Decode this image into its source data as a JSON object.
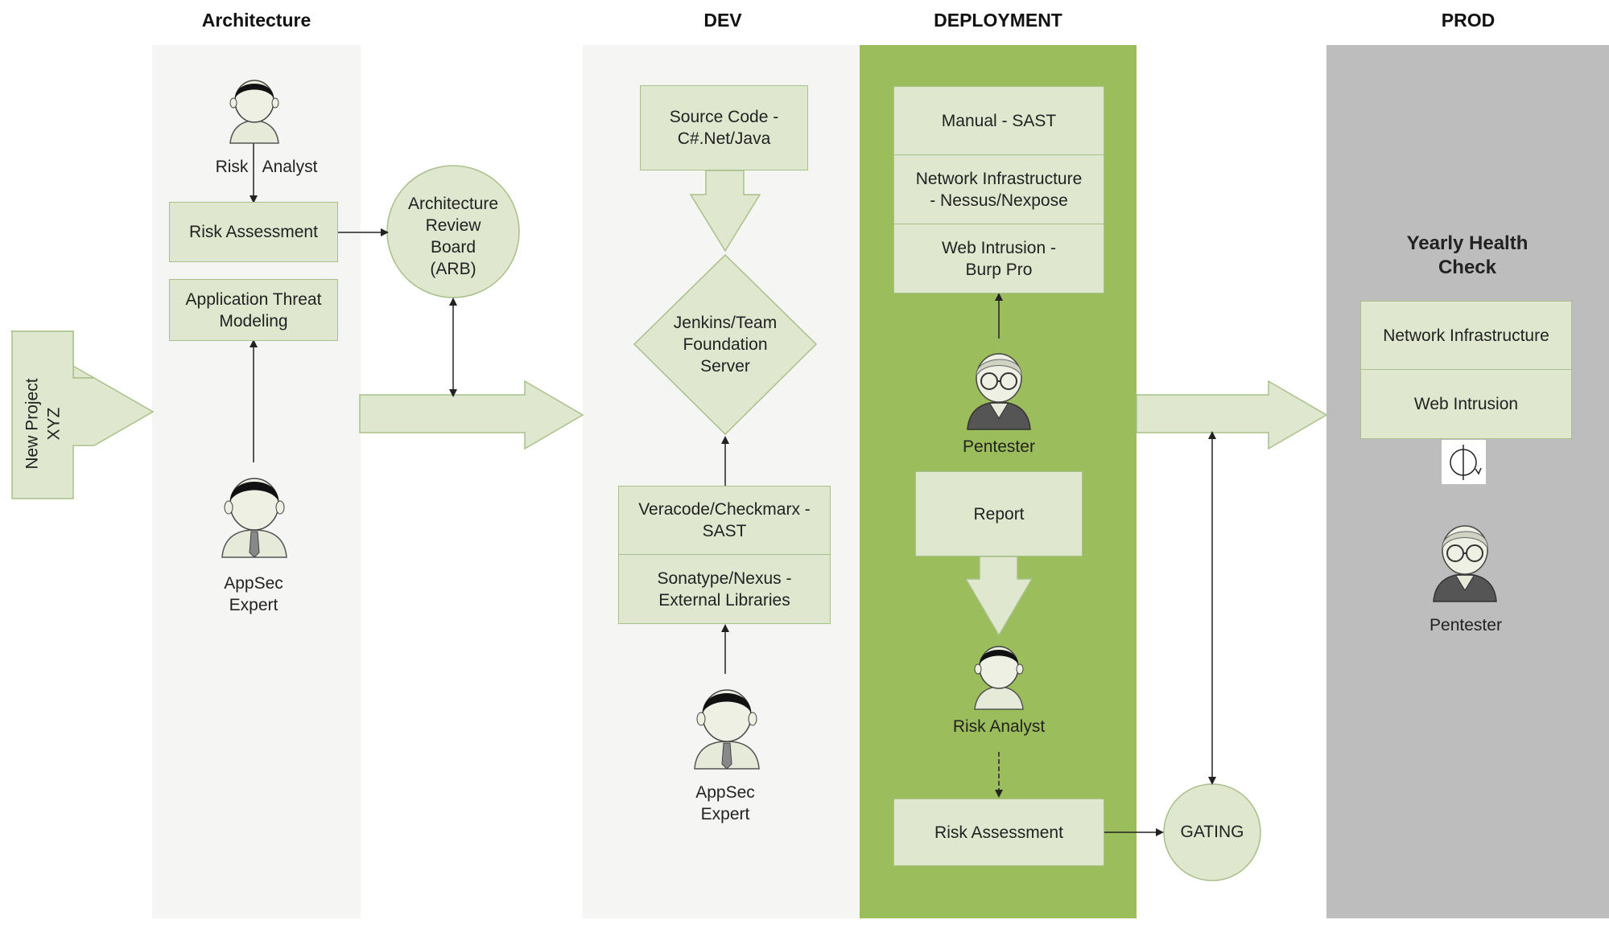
{
  "columns": {
    "architecture": "Architecture",
    "dev": "DEV",
    "deployment": "DEPLOYMENT",
    "prod": "PROD"
  },
  "colors": {
    "lane_light": "#f5f6f3",
    "lane_green": "#9bbd5b",
    "lane_gray": "#bdbdbd",
    "box_fill": "#dfe7cf",
    "box_border": "#a9c08a",
    "arrow_fill": "#dfe7cf"
  },
  "project": {
    "label": "New Project XYZ"
  },
  "architecture": {
    "risk_analyst_label": "Risk",
    "risk_analyst_label2": "Analyst",
    "risk_assessment": "Risk Assessment",
    "threat_modeling": "Application Threat\nModeling",
    "appsec_expert": "AppSec\nExpert",
    "arb": "Architecture\nReview\nBoard\n(ARB)"
  },
  "dev": {
    "source_code": "Source Code -\nC#.Net/Java",
    "jenkins": "Jenkins/Team\nFoundation\nServer",
    "veracode": "Veracode/Checkmarx -\nSAST",
    "sonatype": "Sonatype/Nexus -\nExternal Libraries",
    "appsec_expert": "AppSec\nExpert"
  },
  "deployment": {
    "manual_sast": "Manual - SAST",
    "network_infra": "Network Infrastructure\n- Nessus/Nexpose",
    "web_intrusion": "Web Intrusion -\nBurp Pro",
    "pentester": "Pentester",
    "report": "Report",
    "risk_analyst": "Risk Analyst",
    "risk_assessment": "Risk Assessment",
    "gating": "GATING"
  },
  "prod": {
    "yearly_health_check": "Yearly Health\nCheck",
    "network_infra": "Network Infrastructure",
    "web_intrusion": "Web Intrusion",
    "pentester": "Pentester",
    "cycle_icon": "cycle-icon"
  }
}
